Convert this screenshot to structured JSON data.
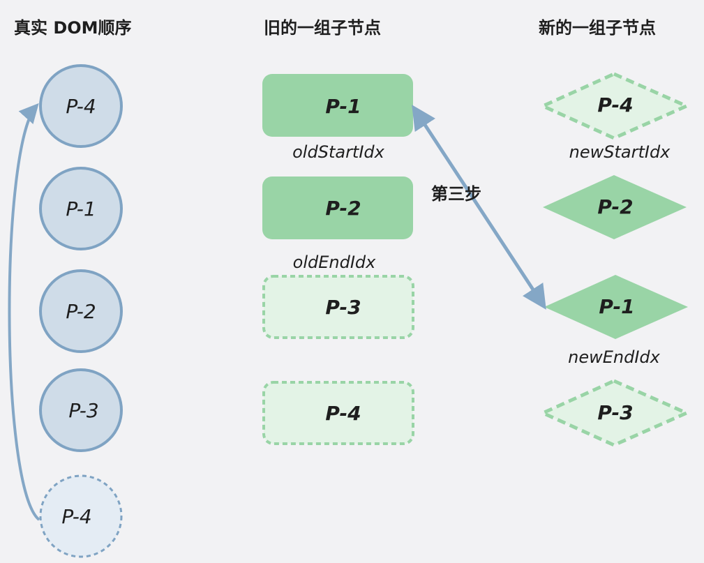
{
  "headers": {
    "real_dom": "真实 DOM顺序",
    "old_children": "旧的一组子节点",
    "new_children": "新的一组子节点"
  },
  "real_dom_nodes": [
    {
      "label": "P-4"
    },
    {
      "label": "P-1"
    },
    {
      "label": "P-2"
    },
    {
      "label": "P-3"
    },
    {
      "label": "P-4"
    }
  ],
  "old_nodes": [
    {
      "label": "P-1"
    },
    {
      "label": "P-2"
    },
    {
      "label": "P-3"
    },
    {
      "label": "P-4"
    }
  ],
  "new_nodes": [
    {
      "label": "P-4"
    },
    {
      "label": "P-2"
    },
    {
      "label": "P-1"
    },
    {
      "label": "P-3"
    }
  ],
  "pointers": {
    "old_start": "oldStartIdx",
    "old_end": "oldEndIdx",
    "new_start": "newStartIdx",
    "new_end": "newEndIdx"
  },
  "step_label": "第三步",
  "colors": {
    "circle_fill": "#cfdce8",
    "circle_stroke": "#7fa3c3",
    "ghost_circle_fill": "#e4ecf4",
    "green_fill": "#99d4a6",
    "light_green_fill": "#e3f3e6",
    "green_stroke": "#99d4a6",
    "arrow": "#84a7c6"
  }
}
